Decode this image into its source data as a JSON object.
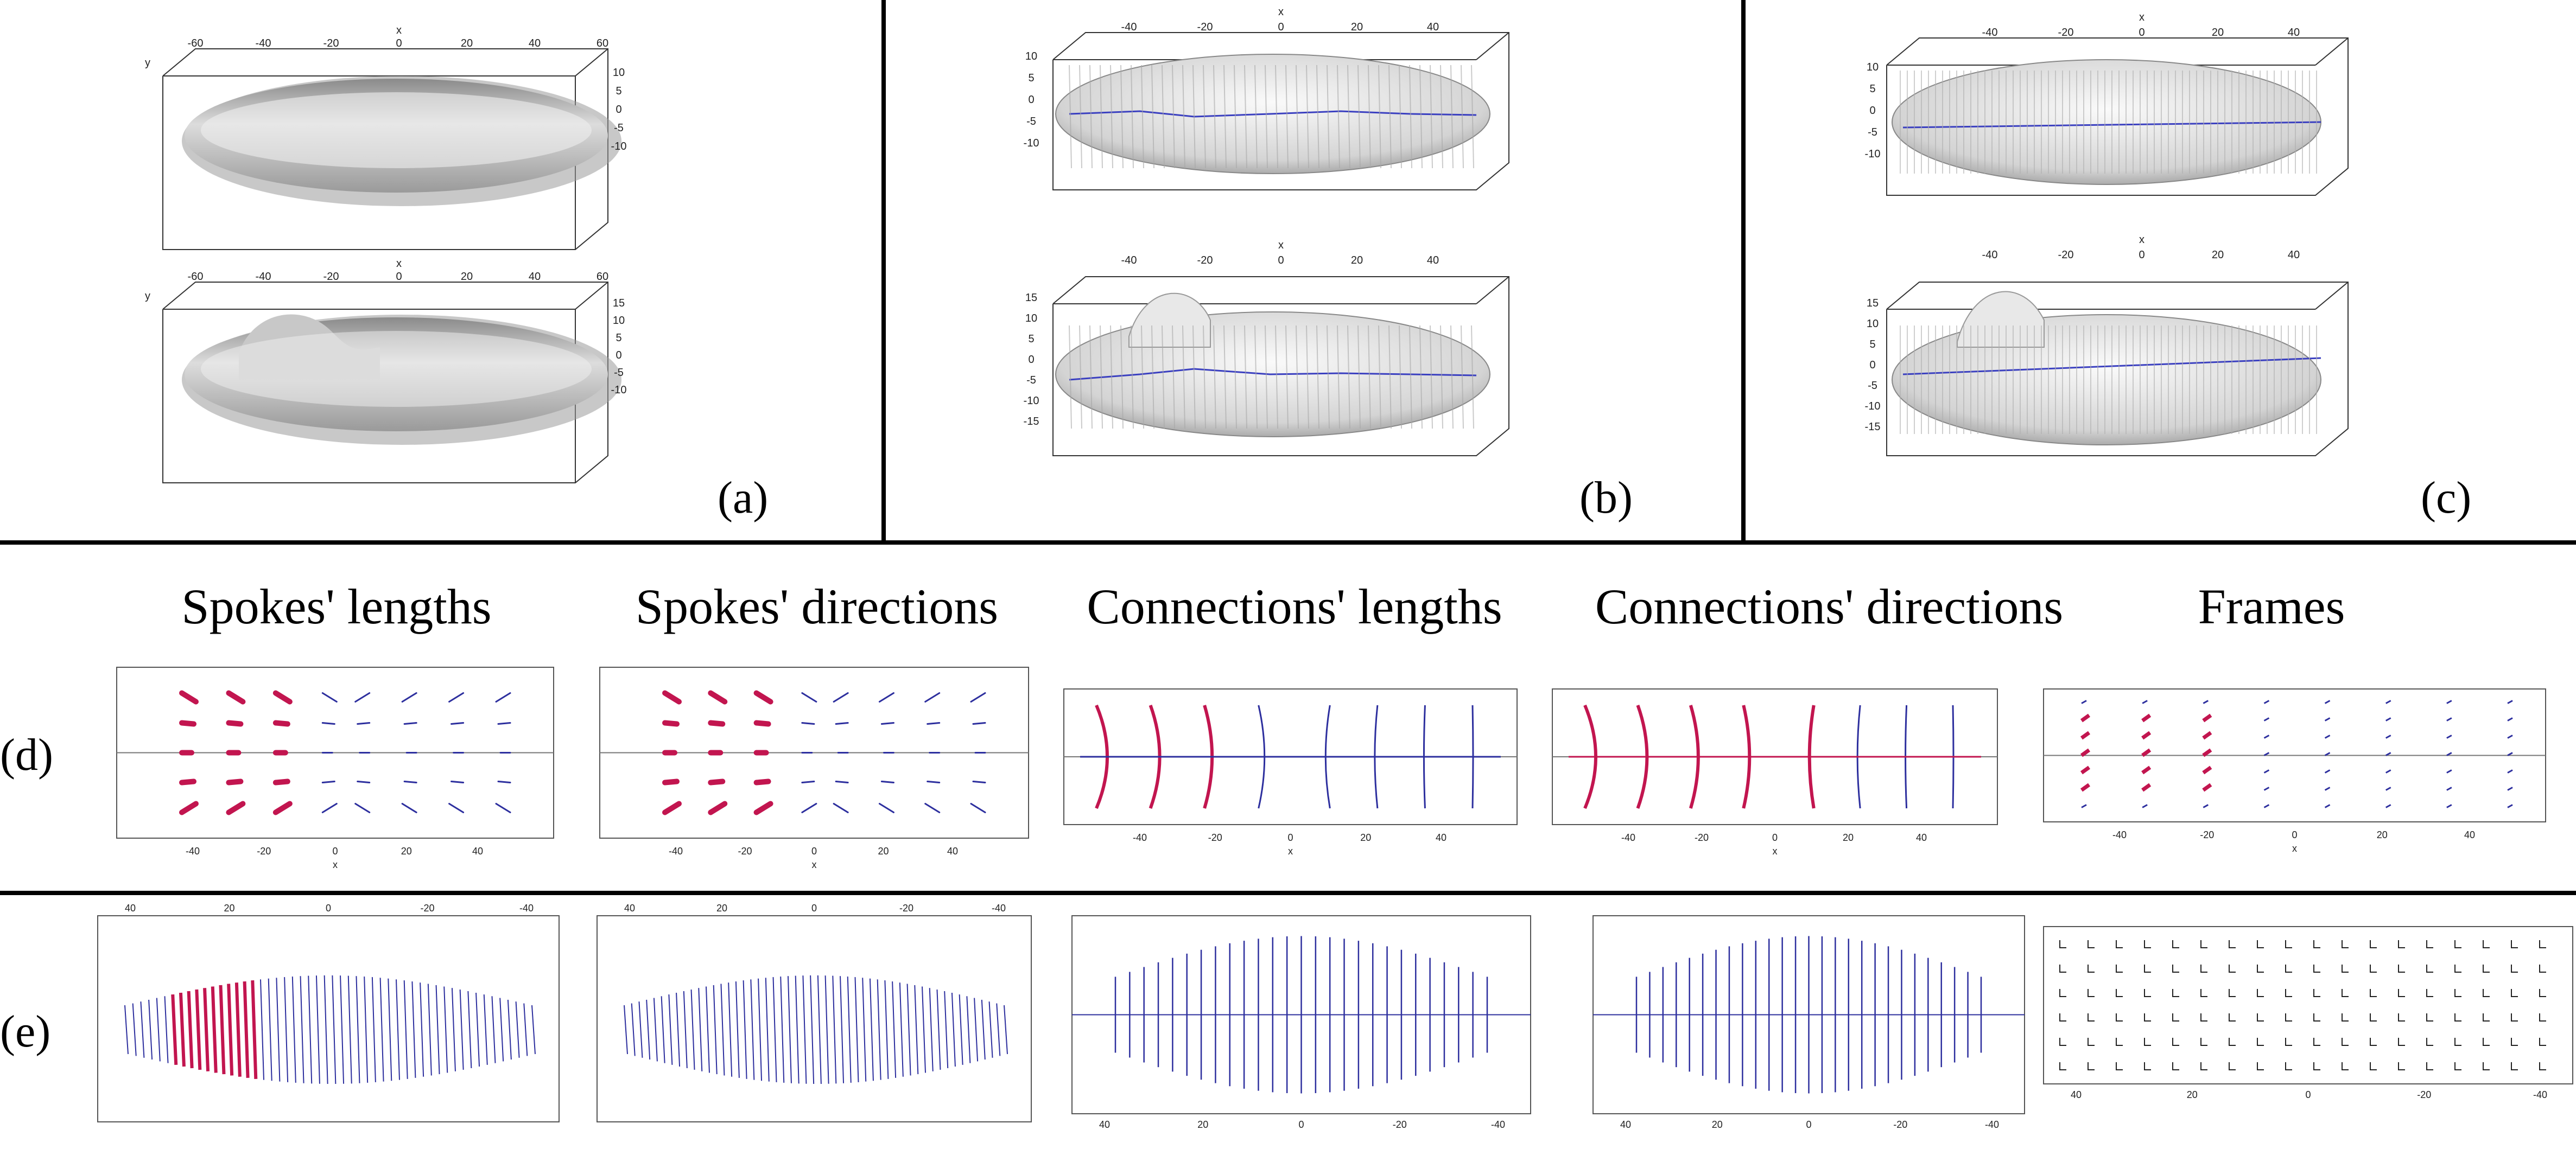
{
  "figure": {
    "panel_labels": {
      "a": "(a)",
      "b": "(b)",
      "c": "(c)",
      "d": "(d)",
      "e": "(e)"
    },
    "column_titles": [
      "Spokes' lengths",
      "Spokes' directions",
      "Connections' lengths",
      "Connections' directions",
      "Frames"
    ],
    "axis_tick_labels": {
      "x_top": [
        "-40",
        "-20",
        "0",
        "20",
        "40"
      ],
      "x_top_a": [
        "-60",
        "-40",
        "-20",
        "0",
        "20",
        "40",
        "60"
      ],
      "x_axis_name": "x",
      "y_axis_name": "y",
      "z_ticks_a_top": [
        "10",
        "5",
        "0",
        "-5",
        "-10"
      ],
      "z_ticks_a_bottom": [
        "15",
        "10",
        "5",
        "0",
        "-5",
        "-10"
      ],
      "z_ticks_b_top": [
        "10",
        "5",
        "0",
        "-5",
        "-10"
      ],
      "z_ticks_b_bottom": [
        "15",
        "10",
        "5",
        "0",
        "-5",
        "-10",
        "-15"
      ],
      "x_bottom_d": [
        "-40",
        "-20",
        "0",
        "20",
        "40"
      ],
      "x_bottom_e": [
        "40",
        "20",
        "0",
        "-20",
        "-40"
      ]
    },
    "colors": {
      "surface_gray": "#bdbdbd",
      "spoke_blue": "#2d2f9e",
      "significant_red": "#c2154f",
      "frame_black": "#000000"
    }
  }
}
